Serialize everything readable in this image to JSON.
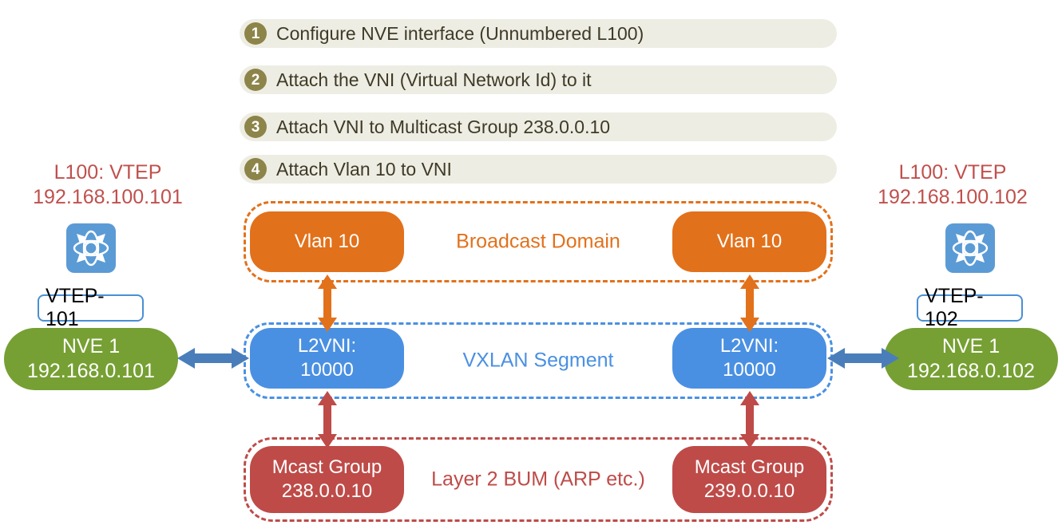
{
  "steps": [
    {
      "number": "1",
      "text": "Configure NVE interface (Unnumbered L100)"
    },
    {
      "number": "2",
      "text": "Attach the VNI (Virtual Network Id) to it"
    },
    {
      "number": "3",
      "text": "Attach VNI to Multicast Group 238.0.0.10"
    },
    {
      "number": "4",
      "text": "Attach Vlan 10 to VNI"
    }
  ],
  "left_device": {
    "loopback_label_line1": "L100: VTEP",
    "loopback_label_line2": "192.168.100.101",
    "icon": "router-icon",
    "tag": "VTEP-101",
    "nve_line1": "NVE 1",
    "nve_line2": "192.168.0.101"
  },
  "right_device": {
    "loopback_label_line1": "L100: VTEP",
    "loopback_label_line2": "192.168.100.102",
    "icon": "router-icon",
    "tag": "VTEP-102",
    "nve_line1": "NVE 1",
    "nve_line2": "192.168.0.102"
  },
  "groups": {
    "broadcast": {
      "title": "Broadcast Domain",
      "color": "#E2711B",
      "left_node": "Vlan 10",
      "right_node": "Vlan 10"
    },
    "vxlan": {
      "title": "VXLAN Segment",
      "color": "#4A90E2",
      "left_node_line1": "L2VNI:",
      "left_node_line2": "10000",
      "right_node_line1": "L2VNI:",
      "right_node_line2": "10000"
    },
    "mcast": {
      "title": "Layer 2 BUM (ARP etc.)",
      "color": "#BE4B48",
      "left_node_line1": "Mcast Group",
      "left_node_line2": "238.0.0.10",
      "right_node_line1": "Mcast Group",
      "right_node_line2": "239.0.0.10"
    }
  },
  "colors": {
    "step_bar": "#EDEDE3",
    "step_badge": "#8C8449",
    "side_text": "#C0504D",
    "nve_green": "#76A033",
    "orange": "#E2711B",
    "blue": "#4A90E2",
    "red": "#BE4B48",
    "router_blue": "#5B9BD5"
  }
}
